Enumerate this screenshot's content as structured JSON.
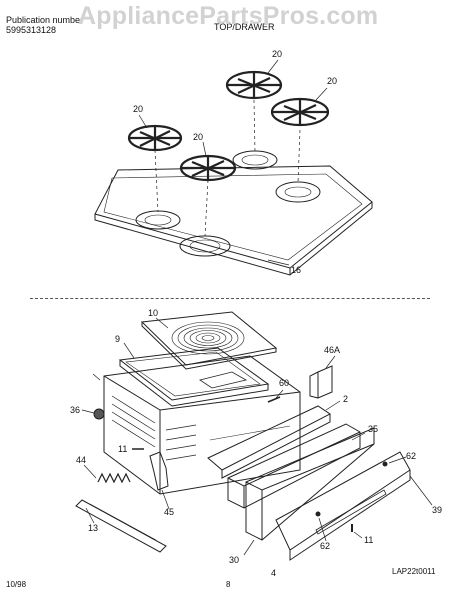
{
  "header": {
    "publication_label": "Publication number",
    "publication_number": "5995313128",
    "model_fragment": "",
    "section_title": "TOP/DRAWER"
  },
  "watermark": "AppliancePartsPros.com",
  "callouts": {
    "grate_top": "20",
    "grate_right": "20",
    "grate_left": "20",
    "grate_front": "20",
    "cooktop": "16",
    "drip_pan": "10",
    "broiler_pan": "9",
    "bracket": "46A",
    "screw_a": "60",
    "knob": "36",
    "panel": "2",
    "screw_b": "11",
    "drawer_side": "35",
    "clip": "62",
    "spring": "44",
    "hinge": "45",
    "rail": "13",
    "drawer_front": "30",
    "handle": "39",
    "front_panel": "4",
    "clip_lower": "62",
    "screw_c": "11"
  },
  "footer": {
    "date": "10/98",
    "page": "8",
    "code": "LAP22t0011"
  }
}
